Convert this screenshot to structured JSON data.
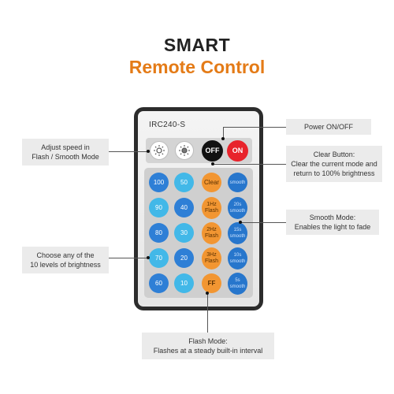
{
  "heading": {
    "line1": "SMART",
    "line2": "Remote Control"
  },
  "remote": {
    "model": "IRC240-S",
    "power_off_label": "OFF",
    "power_on_label": "ON",
    "brightness_keys": [
      "100",
      "50",
      "90",
      "40",
      "80",
      "30",
      "70",
      "20",
      "60",
      "10"
    ],
    "clear_label": "Clear",
    "flash_keys": [
      {
        "line1": "1Hz",
        "line2": "Flash"
      },
      {
        "line1": "2Hz",
        "line2": "Flash"
      },
      {
        "line1": "3Hz",
        "line2": "Flash"
      }
    ],
    "ff_label": "FF",
    "smooth_keys": [
      {
        "line1": "smooth",
        "line2": ""
      },
      {
        "line1": "20s",
        "line2": "smooth"
      },
      {
        "line1": "15s",
        "line2": "smooth"
      },
      {
        "line1": "10s",
        "line2": "smooth"
      },
      {
        "line1": "5s",
        "line2": "smooth"
      }
    ]
  },
  "callouts": {
    "power": {
      "line1": "Power ON/OFF"
    },
    "speed": {
      "line1": "Adjust speed in",
      "line2": "Flash / Smooth Mode"
    },
    "clear": {
      "line1": "Clear Button:",
      "line2": "Clear the current mode and",
      "line3": "return to 100% brightness"
    },
    "smooth": {
      "line1": "Smooth Mode:",
      "line2": "Enables the light to fade"
    },
    "brightness": {
      "line1": "Choose any of the",
      "line2": "10 levels of brightness"
    },
    "flash": {
      "line1": "Flash Mode:",
      "line2": "Flashes at a steady built-in interval"
    }
  },
  "colors": {
    "accent": "#e47b17",
    "power_on": "#e8232b",
    "blue_key": "#2e7fd6",
    "light_key": "#42b8e8",
    "orange_key": "#f29632"
  }
}
